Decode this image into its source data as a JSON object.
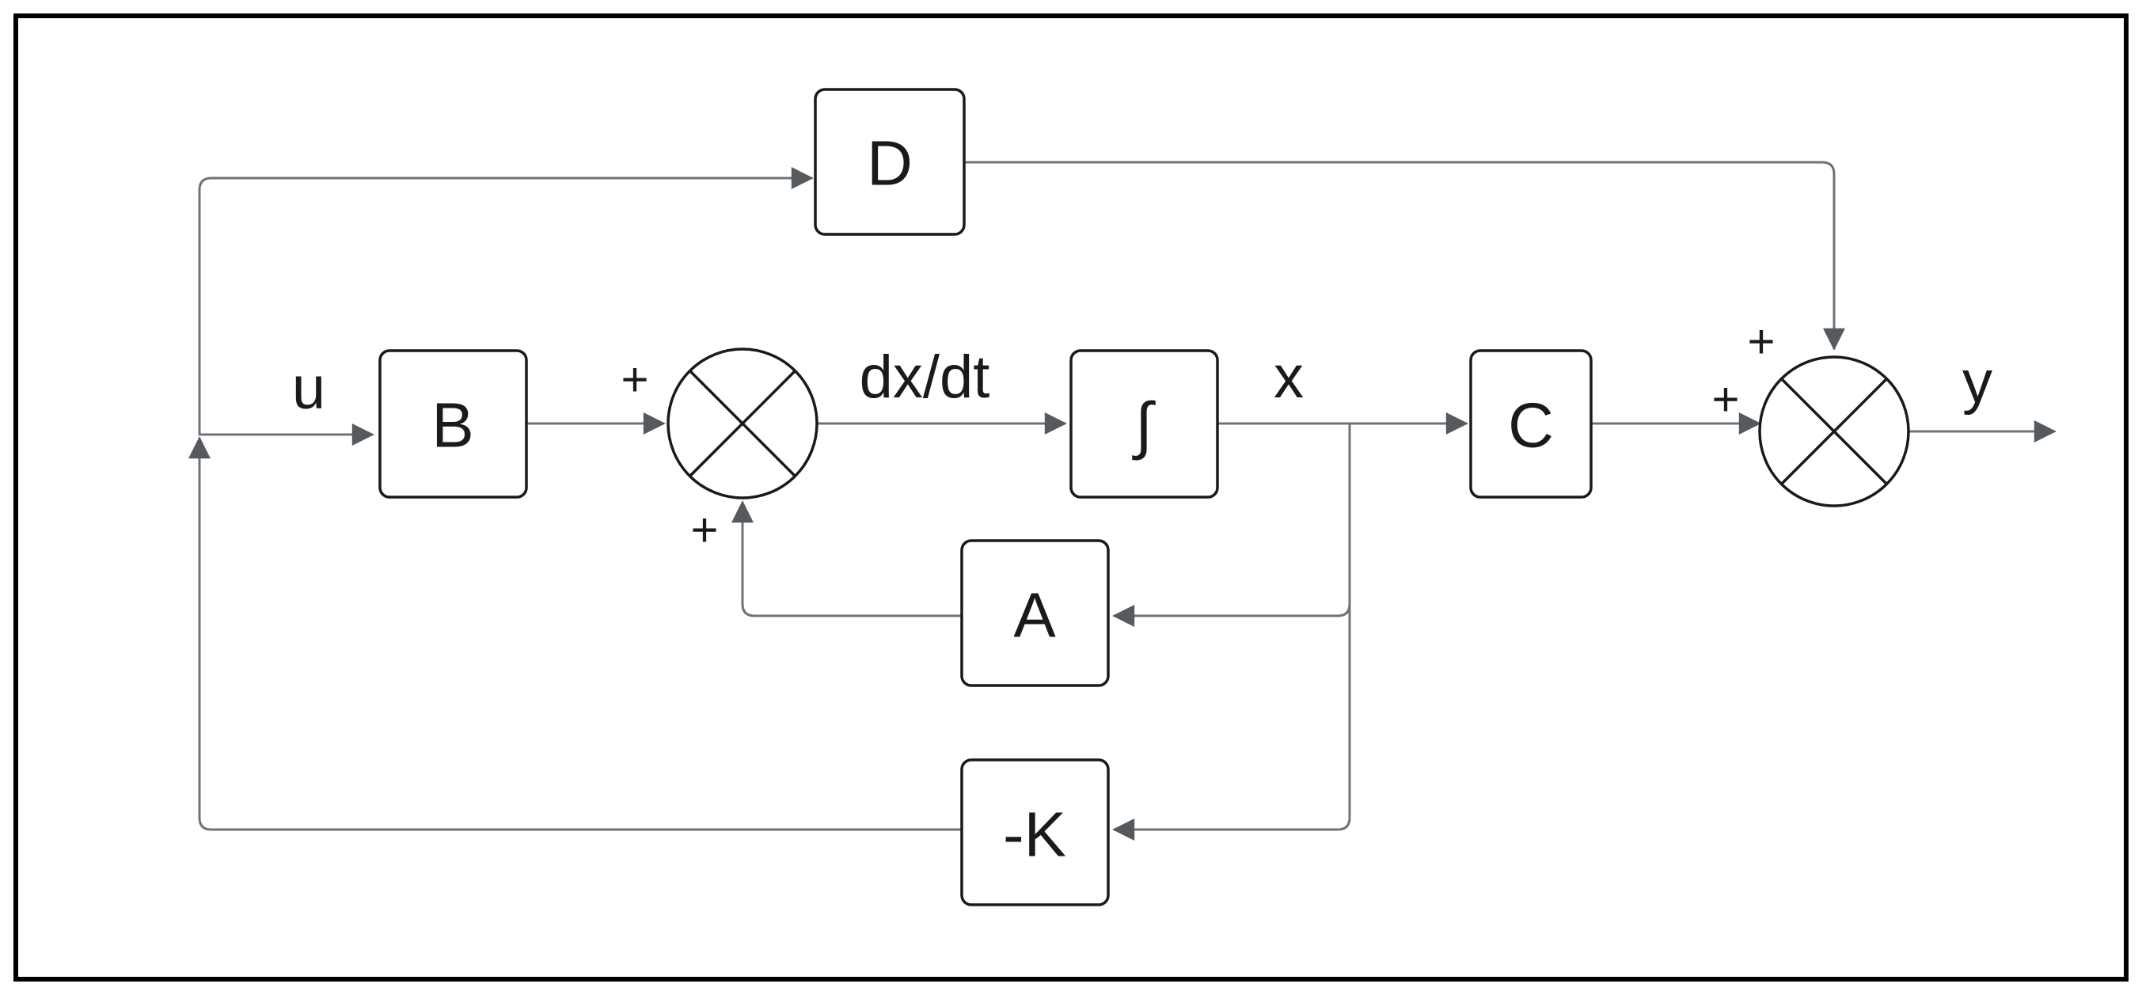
{
  "blocks": {
    "d": "D",
    "b": "B",
    "integrator": "∫",
    "c": "C",
    "a": "A",
    "neg_k": "-K"
  },
  "signals": {
    "u": "u",
    "dxdt": "dx/dt",
    "x": "x",
    "y": "y"
  },
  "signs": {
    "sum1_left": "+",
    "sum1_bottom": "+",
    "sum2_top": "+",
    "sum2_left": "+"
  },
  "colors": {
    "wire": "#6e7378",
    "block_stroke": "#1a1a1a",
    "frame": "#000000"
  }
}
